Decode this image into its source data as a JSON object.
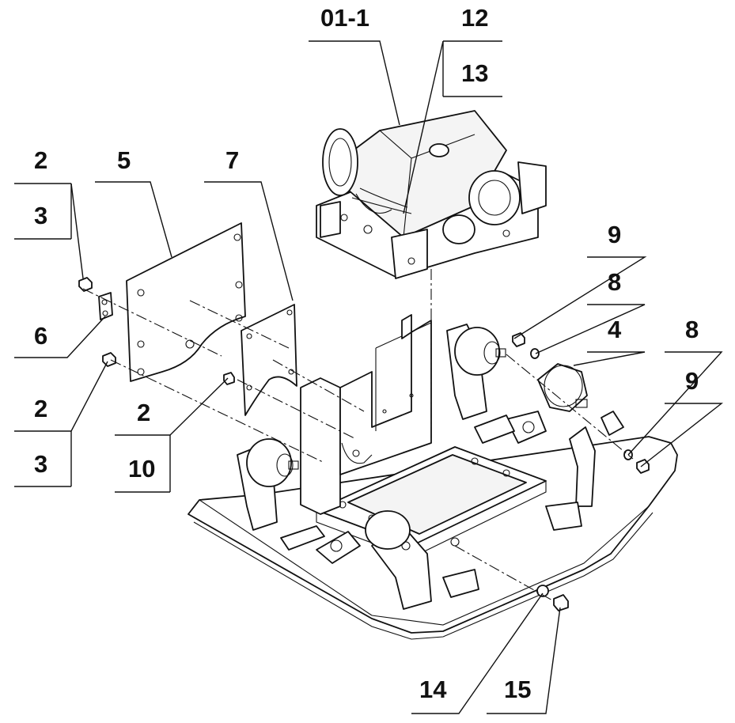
{
  "callouts": {
    "c01_1": "01-1",
    "c12": "12",
    "c13": "13",
    "c2_top": "2",
    "c3_top": "3",
    "c5": "5",
    "c7": "7",
    "c6": "6",
    "c2_left": "2",
    "c3_left": "3",
    "c2_mid": "2",
    "c10": "10",
    "c9_top": "9",
    "c8_top": "8",
    "c4": "4",
    "c8_right": "8",
    "c9_right": "9",
    "c14": "14",
    "c15": "15"
  }
}
